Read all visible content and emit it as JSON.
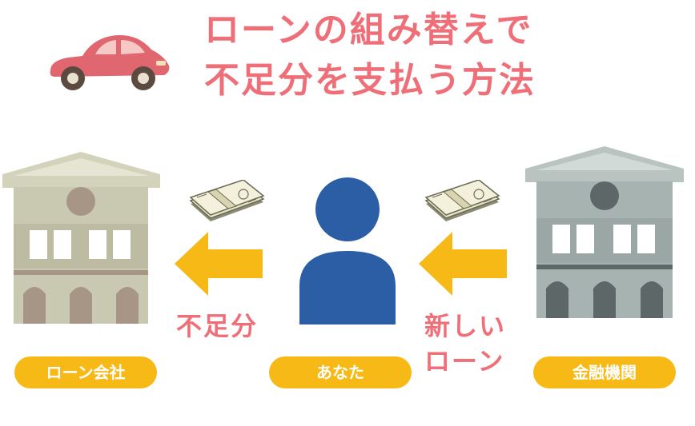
{
  "title": {
    "line1": "ローンの組み替えで",
    "line2": "不足分を支払う方法"
  },
  "entities": {
    "left": "ローン会社",
    "center": "あなた",
    "right": "金融機関"
  },
  "flows": {
    "left_label": "不足分",
    "right_label_line1": "新しい",
    "right_label_line2": "ローン"
  },
  "icons": {
    "car": "car-icon",
    "left_building": "bank-building-icon",
    "right_building": "bank-building-icon",
    "person": "person-icon",
    "money": "money-bundle-icon",
    "arrow": "arrow-left-icon"
  },
  "colors": {
    "title": "#ef6f78",
    "pill": "#f6b916",
    "arrow": "#f6b916",
    "person": "#2b5ea5",
    "left_building": "#c9c8b0",
    "right_building": "#a7b3b0",
    "car": "#e0666f"
  }
}
